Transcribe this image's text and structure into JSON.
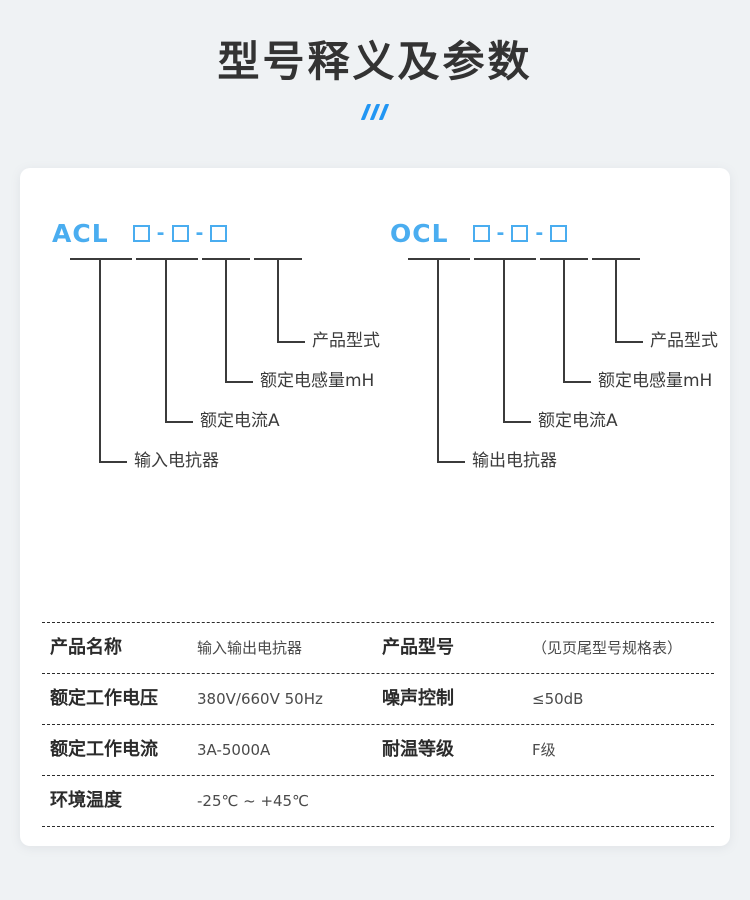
{
  "header": {
    "title": "型号释义及参数",
    "decoration": "three-slashes"
  },
  "diagrams": [
    {
      "id": "acl",
      "prefix": "ACL",
      "box": "□",
      "dash": "-",
      "labels": [
        "产品型式",
        "额定电感量mH",
        "额定电流A",
        "输入电抗器"
      ]
    },
    {
      "id": "ocl",
      "prefix": "OCL",
      "box": "□",
      "dash": "-",
      "labels": [
        "产品型式",
        "额定电感量mH",
        "额定电流A",
        "输出电抗器"
      ]
    }
  ],
  "spec_table": {
    "rows": [
      {
        "label_a": "产品名称",
        "value_a": "输入输出电抗器",
        "label_b": "产品型号",
        "value_b": "（见页尾型号规格表）"
      },
      {
        "label_a": "额定工作电压",
        "value_a": "380V/660V   50Hz",
        "label_b": "噪声控制",
        "value_b": "≤50dB"
      },
      {
        "label_a": "额定工作电流",
        "value_a": "3A-5000A",
        "label_b": "耐温等级",
        "value_b": "F级"
      },
      {
        "label_a": "环境温度",
        "value_a": "-25℃ ~ +45℃",
        "label_b": "",
        "value_b": ""
      }
    ]
  },
  "colors": {
    "accent_blue": "#4aadf0",
    "slash_blue": "#2196f3",
    "text_dark": "#2b2b2b",
    "text_gray": "#4a4a4a",
    "page_bg": "#eff2f4",
    "card_bg": "#ffffff",
    "line": "#3b3b3b"
  }
}
